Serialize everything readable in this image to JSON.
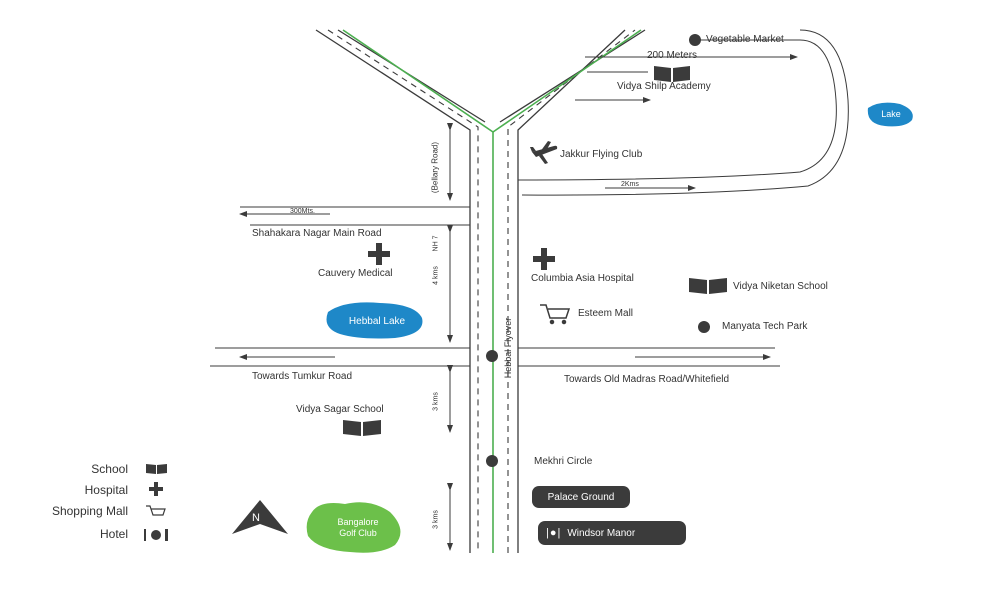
{
  "landmarks": {
    "vegetable_market": "Vegetable Market",
    "distance_200m": "200 Meters",
    "vidya_shilp": "Vidya Shilp Academy",
    "jakkur": "Jakkur Flying Club",
    "dist_2kms": "2Kms",
    "lake": "Lake",
    "bellary_road": "(Bellary Road)",
    "dist_500mts": "300Mts.",
    "shahakara": "Shahakara Nagar Main Road",
    "nh7": "NH 7",
    "dist_4kms": "4 kms",
    "cauvery": "Cauvery Medical",
    "columbia": "Columbia Asia Hospital",
    "vidya_niketan": "Vidya Niketan School",
    "esteem": "Esteem Mall",
    "manyata": "Manyata Tech Park",
    "hebbal_lake": "Hebbal Lake",
    "hebbal_flyover": "Hebbal Flyover",
    "tumkur": "Towards Tumkur Road",
    "old_madras": "Towards Old Madras Road/Whitefield",
    "dist_3kms_1": "3 kms",
    "vidya_sagar": "Vidya Sagar School",
    "mekhri": "Mekhri Circle",
    "palace_ground": "Palace Ground",
    "dist_3kms_2": "3 kms",
    "windsor": "Windsor Manor",
    "golf_club_1": "Bangalore",
    "golf_club_2": "Golf Club",
    "north": "N"
  },
  "legend": {
    "school": "School",
    "hospital": "Hospital",
    "mall": "Shopping Mall",
    "hotel": "Hotel"
  },
  "colors": {
    "road": "#3b3b3b",
    "green_line": "#4caf50",
    "water": "#1e88c8",
    "golf": "#6cc04a",
    "pill": "#3b3b3b"
  },
  "icons": {
    "school": "book-icon",
    "hospital": "cross-icon",
    "mall": "cart-icon",
    "hotel": "fork-plate-knife-icon",
    "airport": "plane-icon",
    "north": "north-arrow-icon",
    "poi": "dot-icon"
  }
}
